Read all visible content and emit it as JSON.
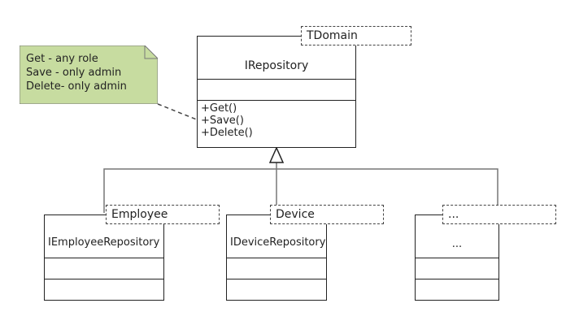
{
  "note": {
    "lines": [
      "Get    - any role",
      "Save  - only admin",
      "Delete- only admin"
    ],
    "color": "#c7dca0"
  },
  "base": {
    "param": "TDomain",
    "name": "IRepository",
    "operations": [
      "+Get()",
      "+Save()",
      "+Delete()"
    ]
  },
  "children": [
    {
      "param": "Employee",
      "name": "IEmployeeRepository"
    },
    {
      "param": "Device",
      "name": "IDeviceRepository"
    },
    {
      "param": "...",
      "name": "..."
    }
  ]
}
